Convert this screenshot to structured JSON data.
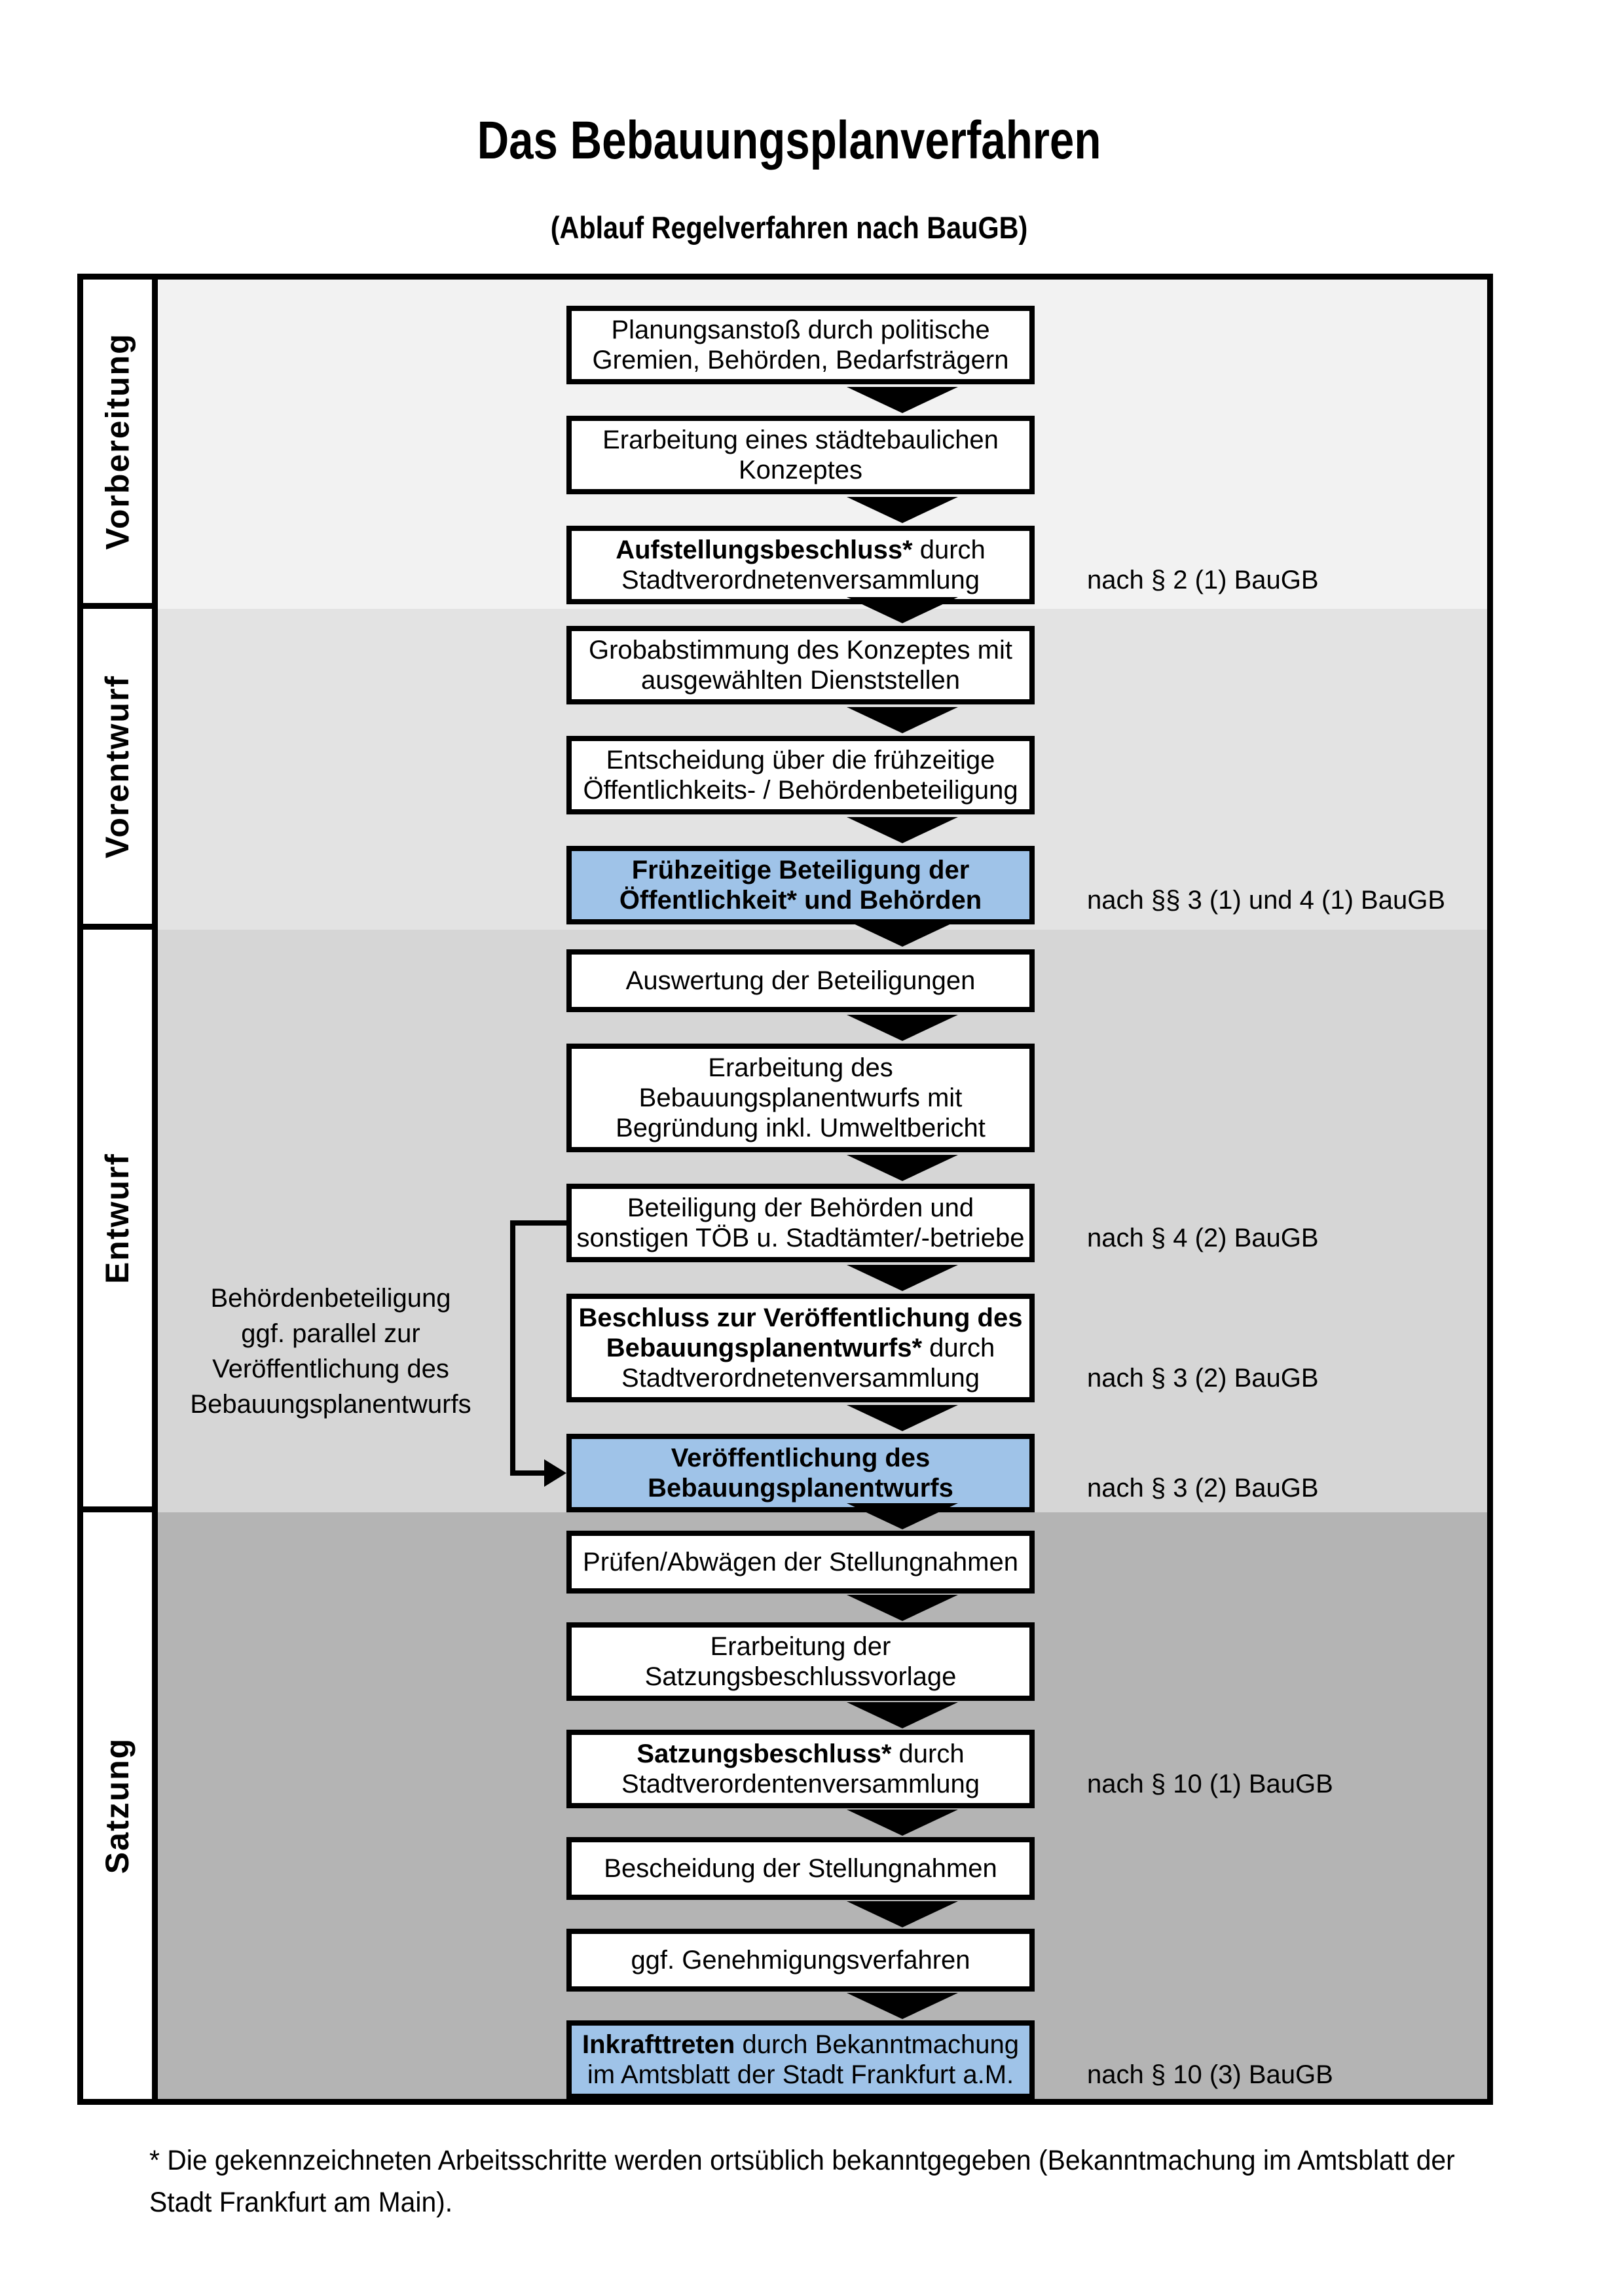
{
  "title": "Das Bebauungsplanverfahren",
  "subtitle": "(Ablauf Regelverfahren nach BauGB)",
  "footnote": "* Die gekennzeichneten Arbeitsschritte werden ortsüblich bekanntgegeben (Bekanntmachung im Amtsblatt  der Stadt Frankfurt am Main).",
  "colors": {
    "highlight_blue": "#9FC3E8",
    "box_border": "#000000",
    "band1": "#F2F2F2",
    "band2": "#E3E3E3",
    "band3": "#D6D6D6",
    "band4": "#B4B4B4"
  },
  "side_note": {
    "lines": [
      "Behördenbeteiligung",
      "ggf. parallel zur",
      "Veröffentlichung des",
      "Bebauungsplanentwurfs"
    ]
  },
  "sections": [
    {
      "id": "vorbereitung",
      "label": "Vorbereitung",
      "steps": [
        {
          "type": "box",
          "style": "plain",
          "id": "planungsanstoss",
          "lines": [
            [
              {
                "t": "Planungsanstoß durch politische"
              }
            ],
            [
              {
                "t": "Gremien, Behörden, Bedarfsträgern"
              }
            ]
          ]
        },
        {
          "type": "arrow"
        },
        {
          "type": "box",
          "style": "plain",
          "id": "staedtebauliches-konzept",
          "lines": [
            [
              {
                "t": "Erarbeitung eines städtebaulichen"
              }
            ],
            [
              {
                "t": "Konzeptes"
              }
            ]
          ]
        },
        {
          "type": "arrow"
        },
        {
          "type": "box",
          "style": "plain",
          "id": "aufstellungsbeschluss",
          "lines": [
            [
              {
                "t": "Aufstellungsbeschluss*",
                "b": 1
              },
              {
                "t": " durch"
              }
            ],
            [
              {
                "t": "Stadtverordnetenversammlung"
              }
            ]
          ],
          "ref": "nach § 2 (1) BauGB"
        }
      ]
    },
    {
      "id": "vorentwurf",
      "label": "Vorentwurf",
      "steps": [
        {
          "type": "arrow",
          "crossing": 1
        },
        {
          "type": "box",
          "style": "plain",
          "id": "grobabstimmung",
          "lines": [
            [
              {
                "t": "Grobabstimmung des Konzeptes mit"
              }
            ],
            [
              {
                "t": "ausgewählten Dienststellen"
              }
            ]
          ]
        },
        {
          "type": "arrow"
        },
        {
          "type": "box",
          "style": "plain",
          "id": "entscheidung-beteiligung",
          "lines": [
            [
              {
                "t": "Entscheidung über die frühzeitige"
              }
            ],
            [
              {
                "t": "Öffentlichkeits- / Behördenbeteiligung"
              }
            ]
          ]
        },
        {
          "type": "arrow"
        },
        {
          "type": "box",
          "style": "highlight",
          "id": "fruehzeitige-beteiligung",
          "lines": [
            [
              {
                "t": "Frühzeitige Beteiligung der",
                "b": 1
              }
            ],
            [
              {
                "t": "Öffentlichkeit* und Behörden",
                "b": 1
              }
            ]
          ],
          "ref": "nach §§ 3 (1) und 4 (1) BauGB"
        }
      ]
    },
    {
      "id": "entwurf",
      "label": "Entwurf",
      "steps": [
        {
          "type": "arrow",
          "crossing": 1
        },
        {
          "type": "box",
          "style": "plain",
          "id": "auswertung-beteiligungen",
          "lines": [
            [
              {
                "t": "Auswertung der Beteiligungen"
              }
            ]
          ]
        },
        {
          "type": "arrow"
        },
        {
          "type": "box",
          "style": "plain",
          "id": "erarbeitung-entwurf",
          "lines": [
            [
              {
                "t": "Erarbeitung des"
              }
            ],
            [
              {
                "t": "Bebauungsplanentwurfs mit"
              }
            ],
            [
              {
                "t": "Begründung inkl. Umweltbericht"
              }
            ]
          ]
        },
        {
          "type": "arrow"
        },
        {
          "type": "box",
          "style": "plain",
          "id": "beteiligung-behoerden",
          "lines": [
            [
              {
                "t": "Beteiligung der Behörden und"
              }
            ],
            [
              {
                "t": "sonstigen TÖB u. Stadtämter/-betriebe"
              }
            ]
          ],
          "ref": "nach § 4 (2) BauGB"
        },
        {
          "type": "arrow"
        },
        {
          "type": "box",
          "style": "plain",
          "id": "beschluss-veroeffentlichung",
          "lines": [
            [
              {
                "t": "Beschluss zur Veröffentlichung des",
                "b": 1
              }
            ],
            [
              {
                "t": "Bebauungsplanentwurfs*",
                "b": 1
              },
              {
                "t": " durch"
              }
            ],
            [
              {
                "t": "Stadtverordnetenversammlung"
              }
            ]
          ],
          "ref": "nach § 3 (2) BauGB"
        },
        {
          "type": "arrow"
        },
        {
          "type": "box",
          "style": "highlight",
          "id": "veroeffentlichung-entwurf",
          "lines": [
            [
              {
                "t": "Veröffentlichung des",
                "b": 1
              }
            ],
            [
              {
                "t": "Bebauungsplanentwurfs",
                "b": 1
              }
            ]
          ],
          "ref": "nach § 3 (2) BauGB"
        }
      ]
    },
    {
      "id": "satzung",
      "label": "Satzung",
      "steps": [
        {
          "type": "arrow",
          "crossing": 1
        },
        {
          "type": "box",
          "style": "plain",
          "id": "pruefen-abwaegen",
          "lines": [
            [
              {
                "t": "Prüfen/Abwägen der Stellungnahmen"
              }
            ]
          ]
        },
        {
          "type": "arrow"
        },
        {
          "type": "box",
          "style": "plain",
          "id": "satzungsbeschlussvorlage",
          "lines": [
            [
              {
                "t": "Erarbeitung der"
              }
            ],
            [
              {
                "t": "Satzungsbeschlussvorlage"
              }
            ]
          ]
        },
        {
          "type": "arrow"
        },
        {
          "type": "box",
          "style": "plain",
          "id": "satzungsbeschluss",
          "lines": [
            [
              {
                "t": "Satzungsbeschluss*",
                "b": 1
              },
              {
                "t": " durch"
              }
            ],
            [
              {
                "t": "Stadtverordentenversammlung"
              }
            ]
          ],
          "ref": "nach § 10 (1) BauGB"
        },
        {
          "type": "arrow"
        },
        {
          "type": "box",
          "style": "plain",
          "id": "bescheidung",
          "lines": [
            [
              {
                "t": "Bescheidung der Stellungnahmen"
              }
            ]
          ]
        },
        {
          "type": "arrow"
        },
        {
          "type": "box",
          "style": "plain",
          "id": "genehmigungsverfahren",
          "lines": [
            [
              {
                "t": "ggf. Genehmigungsverfahren"
              }
            ]
          ]
        },
        {
          "type": "arrow"
        },
        {
          "type": "box",
          "style": "highlight",
          "id": "inkrafttreten",
          "lines": [
            [
              {
                "t": "Inkrafttreten",
                "b": 1
              },
              {
                "t": " durch Bekanntmachung"
              }
            ],
            [
              {
                "t": "im Amtsblatt der Stadt Frankfurt a.M."
              }
            ]
          ],
          "ref": "nach § 10 (3) BauGB"
        }
      ]
    }
  ]
}
